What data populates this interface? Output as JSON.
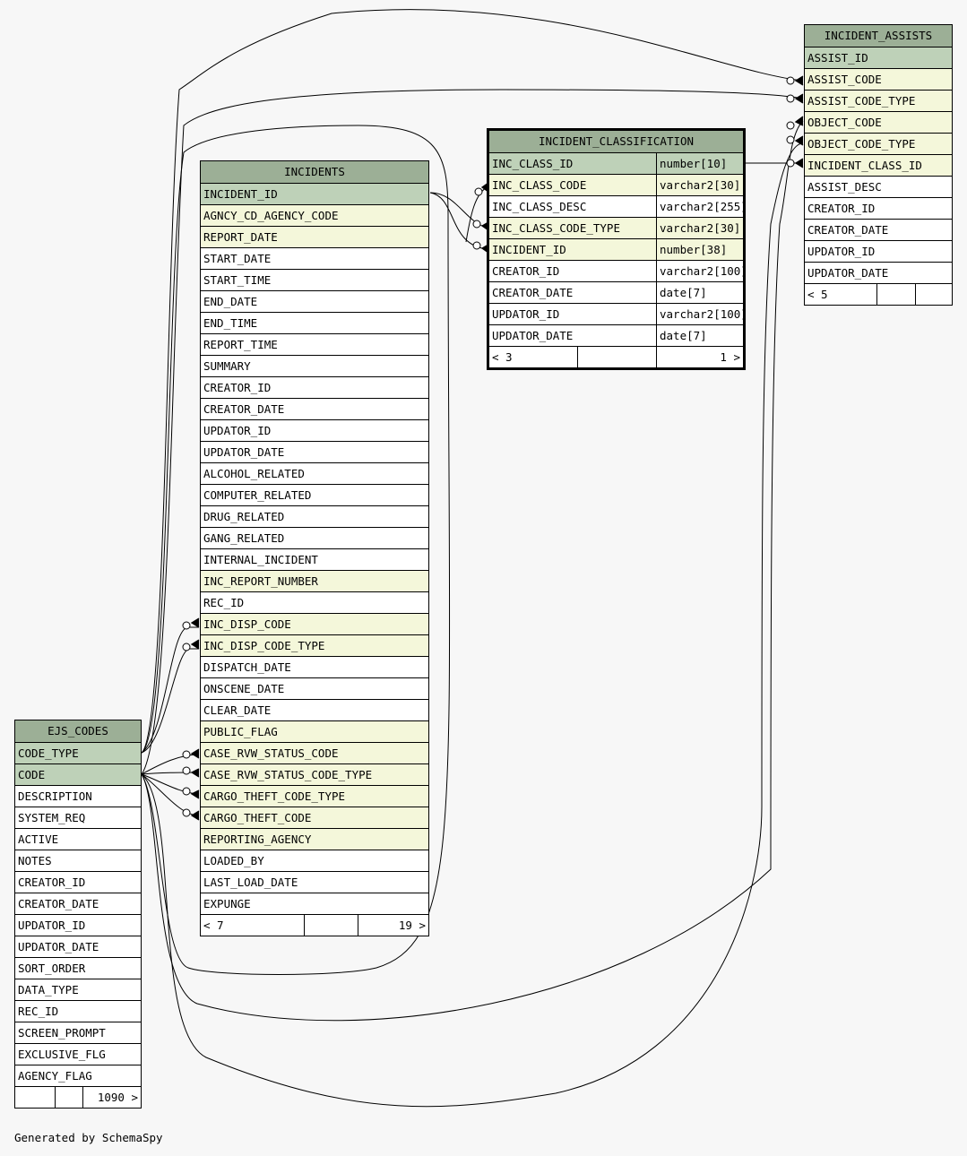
{
  "footer": "Generated by SchemaSpy",
  "colors": {
    "header": "#9caf96",
    "primary_key": "#bed1b8",
    "foreign_key": "#f4f7da",
    "background": "#f7f7f7"
  },
  "tables": {
    "incident_assists": {
      "name": "INCIDENT_ASSISTS",
      "columns": [
        {
          "name": "ASSIST_ID",
          "kind": "pk"
        },
        {
          "name": "ASSIST_CODE",
          "kind": "fk"
        },
        {
          "name": "ASSIST_CODE_TYPE",
          "kind": "fk"
        },
        {
          "name": "OBJECT_CODE",
          "kind": "fk"
        },
        {
          "name": "OBJECT_CODE_TYPE",
          "kind": "fk"
        },
        {
          "name": "INCIDENT_CLASS_ID",
          "kind": "fk"
        },
        {
          "name": "ASSIST_DESC",
          "kind": ""
        },
        {
          "name": "CREATOR_ID",
          "kind": ""
        },
        {
          "name": "CREATOR_DATE",
          "kind": ""
        },
        {
          "name": "UPDATOR_ID",
          "kind": ""
        },
        {
          "name": "UPDATOR_DATE",
          "kind": ""
        }
      ],
      "footer": [
        "< 5",
        "",
        ""
      ]
    },
    "incident_classification": {
      "name": "INCIDENT_CLASSIFICATION",
      "columns": [
        {
          "name": "INC_CLASS_ID",
          "type": "number[10]",
          "kind": "pk"
        },
        {
          "name": "INC_CLASS_CODE",
          "type": "varchar2[30]",
          "kind": "fk"
        },
        {
          "name": "INC_CLASS_DESC",
          "type": "varchar2[255]",
          "kind": ""
        },
        {
          "name": "INC_CLASS_CODE_TYPE",
          "type": "varchar2[30]",
          "kind": "fk"
        },
        {
          "name": "INCIDENT_ID",
          "type": "number[38]",
          "kind": "fk"
        },
        {
          "name": "CREATOR_ID",
          "type": "varchar2[100]",
          "kind": ""
        },
        {
          "name": "CREATOR_DATE",
          "type": "date[7]",
          "kind": ""
        },
        {
          "name": "UPDATOR_ID",
          "type": "varchar2[100]",
          "kind": ""
        },
        {
          "name": "UPDATOR_DATE",
          "type": "date[7]",
          "kind": ""
        }
      ],
      "footer": [
        "< 3",
        "",
        "1 >"
      ]
    },
    "incidents": {
      "name": "INCIDENTS",
      "columns": [
        {
          "name": "INCIDENT_ID",
          "kind": "pk"
        },
        {
          "name": "AGNCY_CD_AGENCY_CODE",
          "kind": "fk"
        },
        {
          "name": "REPORT_DATE",
          "kind": "fk"
        },
        {
          "name": "START_DATE",
          "kind": ""
        },
        {
          "name": "START_TIME",
          "kind": ""
        },
        {
          "name": "END_DATE",
          "kind": ""
        },
        {
          "name": "END_TIME",
          "kind": ""
        },
        {
          "name": "REPORT_TIME",
          "kind": ""
        },
        {
          "name": "SUMMARY",
          "kind": ""
        },
        {
          "name": "CREATOR_ID",
          "kind": ""
        },
        {
          "name": "CREATOR_DATE",
          "kind": ""
        },
        {
          "name": "UPDATOR_ID",
          "kind": ""
        },
        {
          "name": "UPDATOR_DATE",
          "kind": ""
        },
        {
          "name": "ALCOHOL_RELATED",
          "kind": ""
        },
        {
          "name": "COMPUTER_RELATED",
          "kind": ""
        },
        {
          "name": "DRUG_RELATED",
          "kind": ""
        },
        {
          "name": "GANG_RELATED",
          "kind": ""
        },
        {
          "name": "INTERNAL_INCIDENT",
          "kind": ""
        },
        {
          "name": "INC_REPORT_NUMBER",
          "kind": "fk"
        },
        {
          "name": "REC_ID",
          "kind": ""
        },
        {
          "name": "INC_DISP_CODE",
          "kind": "fk"
        },
        {
          "name": "INC_DISP_CODE_TYPE",
          "kind": "fk"
        },
        {
          "name": "DISPATCH_DATE",
          "kind": ""
        },
        {
          "name": "ONSCENE_DATE",
          "kind": ""
        },
        {
          "name": "CLEAR_DATE",
          "kind": ""
        },
        {
          "name": "PUBLIC_FLAG",
          "kind": "fk"
        },
        {
          "name": "CASE_RVW_STATUS_CODE",
          "kind": "fk"
        },
        {
          "name": "CASE_RVW_STATUS_CODE_TYPE",
          "kind": "fk"
        },
        {
          "name": "CARGO_THEFT_CODE_TYPE",
          "kind": "fk"
        },
        {
          "name": "CARGO_THEFT_CODE",
          "kind": "fk"
        },
        {
          "name": "REPORTING_AGENCY",
          "kind": "fk"
        },
        {
          "name": "LOADED_BY",
          "kind": ""
        },
        {
          "name": "LAST_LOAD_DATE",
          "kind": ""
        },
        {
          "name": "EXPUNGE",
          "kind": ""
        }
      ],
      "footer": [
        "< 7",
        "",
        "19 >"
      ]
    },
    "ejs_codes": {
      "name": "EJS_CODES",
      "columns": [
        {
          "name": "CODE_TYPE",
          "kind": "pk"
        },
        {
          "name": "CODE",
          "kind": "pk"
        },
        {
          "name": "DESCRIPTION",
          "kind": ""
        },
        {
          "name": "SYSTEM_REQ",
          "kind": ""
        },
        {
          "name": "ACTIVE",
          "kind": ""
        },
        {
          "name": "NOTES",
          "kind": ""
        },
        {
          "name": "CREATOR_ID",
          "kind": ""
        },
        {
          "name": "CREATOR_DATE",
          "kind": ""
        },
        {
          "name": "UPDATOR_ID",
          "kind": ""
        },
        {
          "name": "UPDATOR_DATE",
          "kind": ""
        },
        {
          "name": "SORT_ORDER",
          "kind": ""
        },
        {
          "name": "DATA_TYPE",
          "kind": ""
        },
        {
          "name": "REC_ID",
          "kind": ""
        },
        {
          "name": "SCREEN_PROMPT",
          "kind": ""
        },
        {
          "name": "EXCLUSIVE_FLG",
          "kind": ""
        },
        {
          "name": "AGENCY_FLAG",
          "kind": ""
        }
      ],
      "footer": [
        "",
        "",
        "1090 >"
      ]
    }
  }
}
